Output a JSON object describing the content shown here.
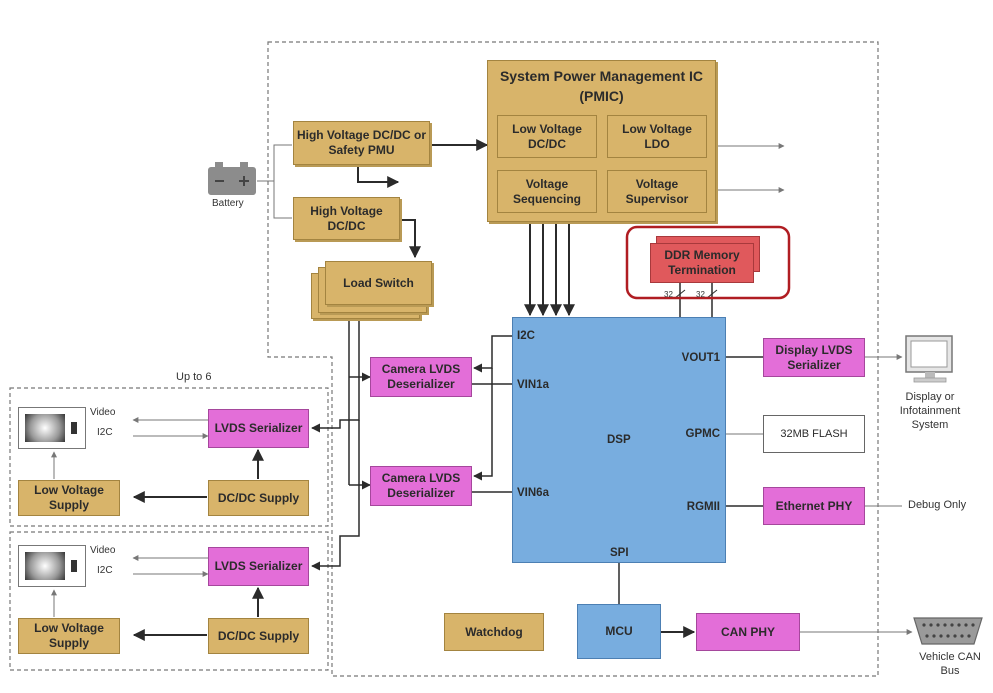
{
  "pmic": {
    "title": "System Power Management IC",
    "subtitle": "(PMIC)",
    "blocks": [
      "Low Voltage DC/DC",
      "Low Voltage LDO",
      "Voltage Sequencing",
      "Voltage Supervisor"
    ]
  },
  "power": {
    "hv_safety": "High Voltage DC/DC or Safety PMU",
    "hv_dcdc": "High Voltage DC/DC",
    "load_switch": "Load Switch",
    "battery_label": "Battery"
  },
  "ddr": {
    "label": "DDR Memory Termination",
    "pin_labels": [
      "32",
      "32"
    ]
  },
  "dsp": {
    "label": "DSP",
    "pins": {
      "i2c": "I2C",
      "vin1a": "VIN1a",
      "vin6a": "VIN6a",
      "vout1": "VOUT1",
      "gpmc": "GPMC",
      "rgmii": "RGMII",
      "spi": "SPI"
    }
  },
  "camera_deser": [
    "Camera LVDS Deserializer",
    "Camera LVDS Deserializer"
  ],
  "camera_modules": {
    "group_label": "Up to 6",
    "modules": [
      {
        "video": "Video",
        "i2c": "I2C",
        "serializer": "LVDS Serializer",
        "supply": "DC/DC Supply",
        "low_voltage": "Low Voltage Supply"
      },
      {
        "video": "Video",
        "i2c": "I2C",
        "serializer": "LVDS Serializer",
        "supply": "DC/DC Supply",
        "low_voltage": "Low Voltage Supply"
      }
    ]
  },
  "peripherals": {
    "display_serializer": "Display LVDS Serializer",
    "flash": "32MB FLASH",
    "ethernet": "Ethernet PHY",
    "debug": "Debug Only",
    "display_label": "Display or Infotainment System",
    "watchdog": "Watchdog",
    "mcu": "MCU",
    "can_phy": "CAN PHY",
    "vehicle_can": "Vehicle CAN Bus"
  },
  "colors": {
    "tan": "#d8b46a",
    "pink": "#e36ed8",
    "blue": "#78addf",
    "ddr": "#e0595c",
    "highlight": "#b01d22"
  }
}
